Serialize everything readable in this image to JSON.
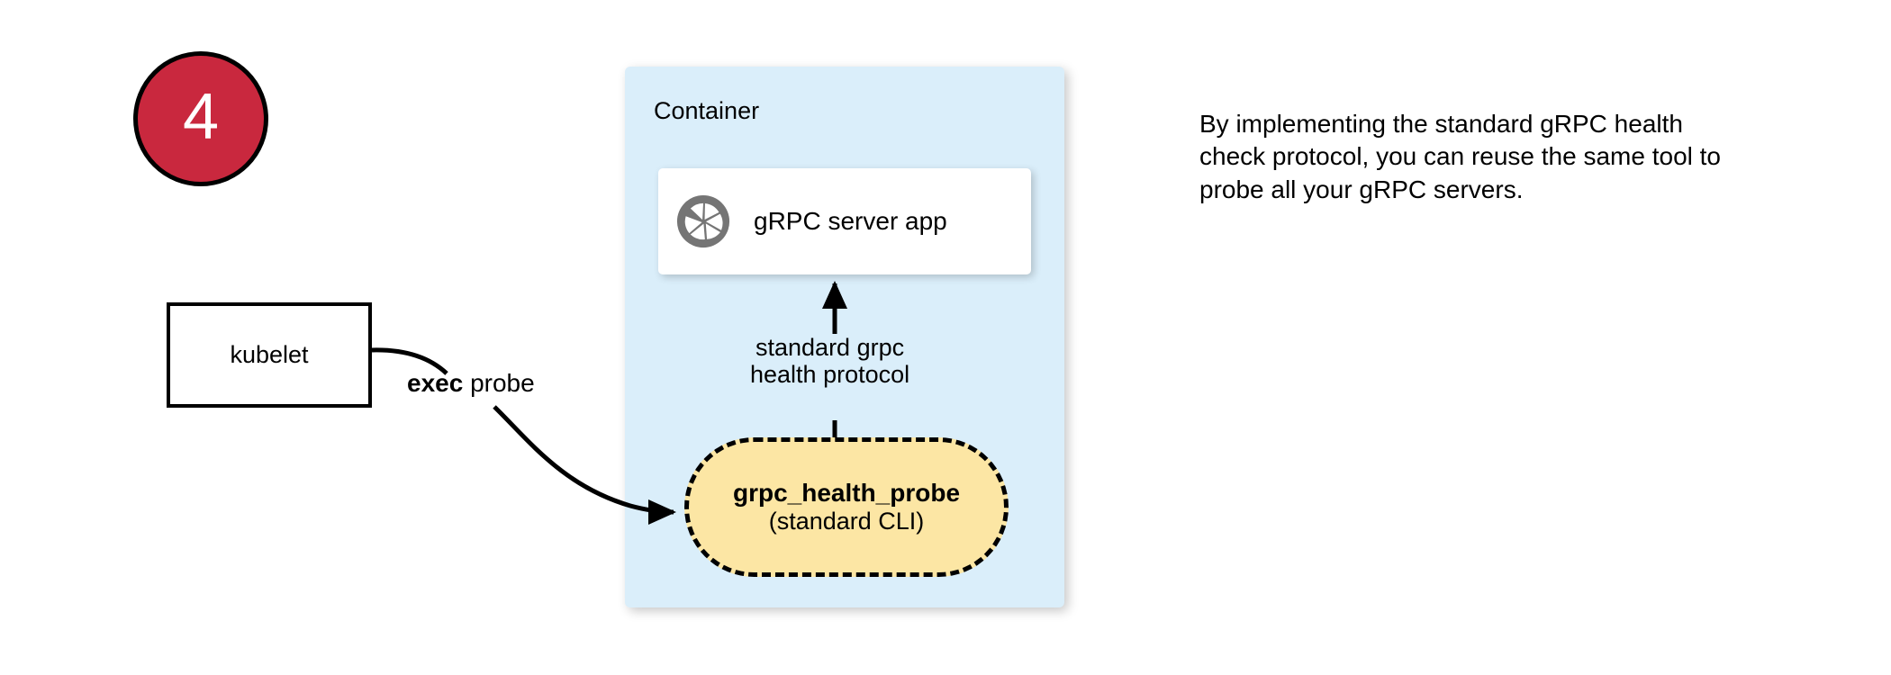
{
  "step": {
    "number": "4",
    "circle_fill": "#C9283E",
    "circle_border": "#000000",
    "text_color": "#FFFFFF"
  },
  "container": {
    "title": "Container",
    "fill": "#DAEEFA"
  },
  "server_card": {
    "label": "gRPC server app",
    "icon": "aperture-icon",
    "icon_color": "#757575",
    "fill": "#FFFFFF"
  },
  "probe": {
    "name": "grpc_health_probe",
    "subtitle": "(standard CLI)",
    "fill": "#FCE6A4",
    "border": "#000000",
    "border_style": "dashed"
  },
  "kubelet": {
    "label": "kubelet",
    "fill": "#FFFFFF",
    "border": "#000000"
  },
  "edges": [
    {
      "id": "exec-probe",
      "label_bold": "exec",
      "label_rest": " probe",
      "from": "kubelet",
      "to": "grpc_health_probe"
    },
    {
      "id": "standard-grpc-health-protocol",
      "label_line1": "standard grpc",
      "label_line2": "health protocol",
      "from": "grpc_health_probe",
      "to": "gRPC server app"
    }
  ],
  "note": {
    "text": "By implementing the standard gRPC health check protocol, you can reuse the same tool to probe all your gRPC servers."
  }
}
